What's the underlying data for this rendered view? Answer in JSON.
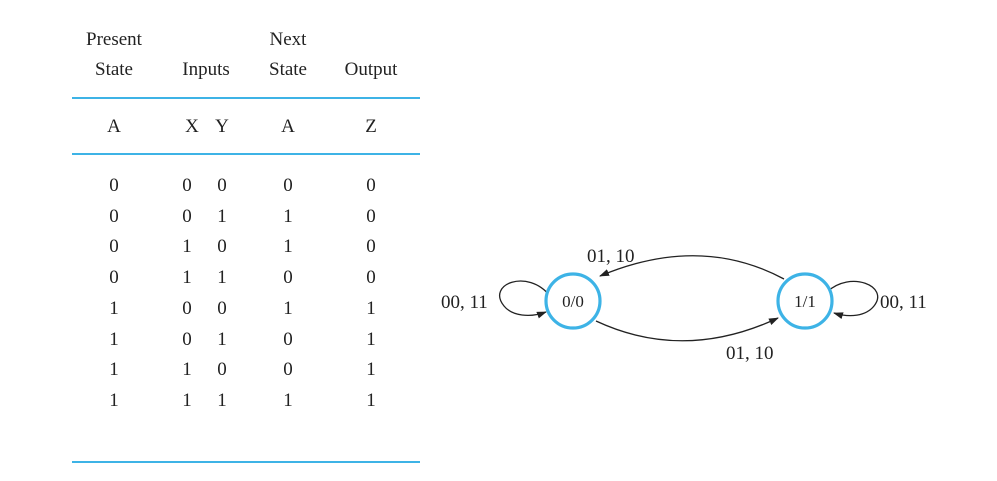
{
  "table": {
    "header": {
      "present": [
        "Present",
        "State"
      ],
      "inputs": "Inputs",
      "next": [
        "Next",
        "State"
      ],
      "output": "Output"
    },
    "columns": [
      "A",
      "X",
      "Y",
      "A",
      "Z"
    ],
    "rows": [
      [
        "0",
        "0",
        "0",
        "0",
        "0"
      ],
      [
        "0",
        "0",
        "1",
        "1",
        "0"
      ],
      [
        "0",
        "1",
        "0",
        "1",
        "0"
      ],
      [
        "0",
        "1",
        "1",
        "0",
        "0"
      ],
      [
        "1",
        "0",
        "0",
        "1",
        "1"
      ],
      [
        "1",
        "0",
        "1",
        "0",
        "1"
      ],
      [
        "1",
        "1",
        "0",
        "0",
        "1"
      ],
      [
        "1",
        "1",
        "1",
        "1",
        "1"
      ]
    ]
  },
  "diagram": {
    "nodes": [
      {
        "id": "s0",
        "label": "0/0"
      },
      {
        "id": "s1",
        "label": "1/1"
      }
    ],
    "edges": [
      {
        "from": "s0",
        "to": "s0",
        "label": "00, 11"
      },
      {
        "from": "s1",
        "to": "s1",
        "label": "00, 11"
      },
      {
        "from": "s1",
        "to": "s0",
        "label": "01, 10"
      },
      {
        "from": "s0",
        "to": "s1",
        "label": "01, 10"
      }
    ]
  },
  "colors": {
    "accent": "#3db3e6",
    "ink": "#222222"
  }
}
